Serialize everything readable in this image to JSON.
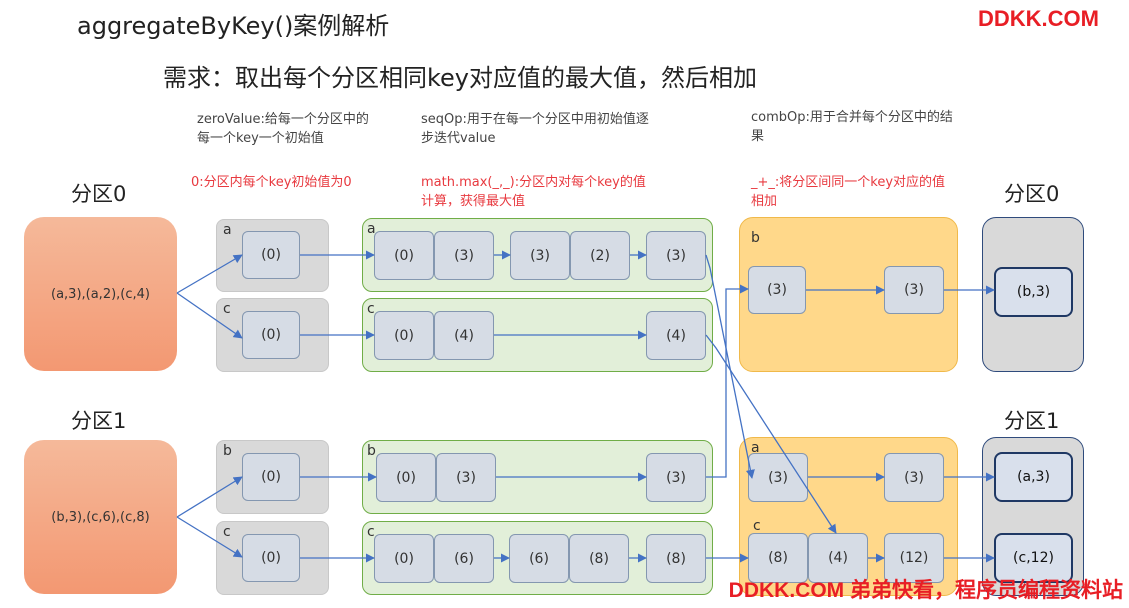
{
  "title": "aggregateByKey()案例解析",
  "brand_top": "DDKK.COM",
  "requirement": "需求：取出每个分区相同key对应值的最大值，然后相加",
  "desc": {
    "zero_value": "zeroValue:给每一个分区中的每一个key一个初始值",
    "seq_op": "seqOp:用于在每一个分区中用初始值逐步迭代value",
    "comb_op": "combOp:用于合并每个分区中的结果"
  },
  "notes": {
    "zero": "0:分区内每个key初始值为0",
    "seq": "math.max(_,_):分区内对每个key的值计算，获得最大值",
    "comb": "_+_:将分区间同一个key对应的值相加"
  },
  "partitions": {
    "left0": "分区0",
    "left1": "分区1",
    "right0": "分区0",
    "right1": "分区1"
  },
  "sources": {
    "p0": "(a,3),(a,2),(c,4)",
    "p1": "(b,3),(c,6),(c,8)"
  },
  "zero_groups": [
    {
      "key": "a",
      "value": "(0)"
    },
    {
      "key": "c",
      "value": "(0)"
    },
    {
      "key": "b",
      "value": "(0)"
    },
    {
      "key": "c",
      "value": "(0)"
    }
  ],
  "seq_groups": [
    {
      "key": "a",
      "values": [
        "(0)",
        "(3)",
        "(3)",
        "(2)",
        "(3)"
      ]
    },
    {
      "key": "c",
      "values": [
        "(0)",
        "(4)",
        "(4)"
      ]
    },
    {
      "key": "b",
      "values": [
        "(0)",
        "(3)",
        "(3)"
      ]
    },
    {
      "key": "c",
      "values": [
        "(0)",
        "(6)",
        "(6)",
        "(8)",
        "(8)"
      ]
    }
  ],
  "comb": {
    "b_key": "b",
    "b_values": [
      "(3)",
      "(3)"
    ],
    "a_key": "a",
    "a_values": [
      "(3)",
      "(3)"
    ],
    "c_key": "c",
    "c_values": [
      "(8)",
      "(4)",
      "(12)"
    ]
  },
  "results": {
    "p0": "(b,3)",
    "p1a": "(a,3)",
    "p1c": "(c,12)"
  },
  "brand_bottom": "DDKK.COM 弟弟快看，程序员编程资料站",
  "colors": {
    "source": "#f4a57f",
    "zero_box": "#d9d9d9",
    "seq_box": "#e2efd9",
    "seq_border": "#70ad47",
    "comb_box": "#ffd88a",
    "result_border": "#1f3864",
    "arrow": "#4472c4",
    "note_red": "#e8393f",
    "brand": "#e81e25"
  }
}
